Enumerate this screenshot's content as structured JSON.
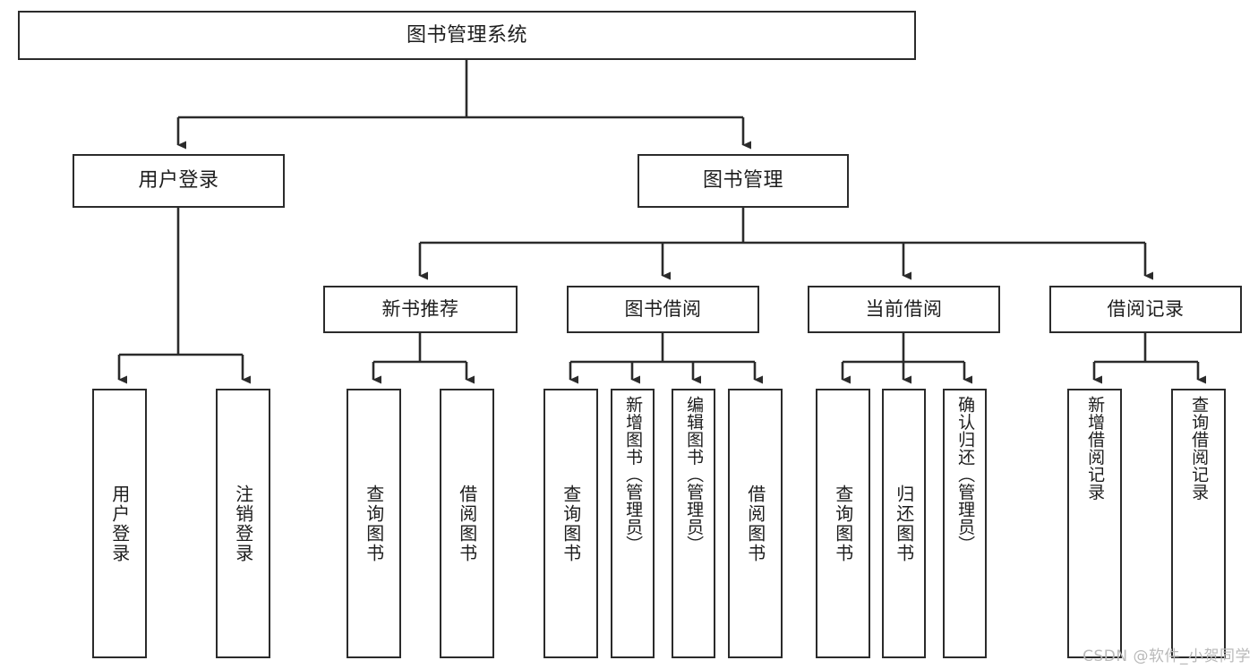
{
  "diagram": {
    "title": "图书管理系统",
    "type": "tree",
    "watermark": "CSDN @软件_小贺同学",
    "colors": {
      "background": "#ffffff",
      "border": "#2b2b2b",
      "text": "#1d1d1d",
      "connector": "#2b2b2b",
      "watermark": "#b9b9b9"
    },
    "root": {
      "label": "图书管理系统"
    },
    "level2": [
      {
        "label": "用户登录"
      },
      {
        "label": "图书管理"
      }
    ],
    "level3": [
      {
        "label": "新书推荐"
      },
      {
        "label": "图书借阅"
      },
      {
        "label": "当前借阅"
      },
      {
        "label": "借阅记录"
      }
    ],
    "leaves": {
      "user_login": [
        {
          "label": "用户登录"
        },
        {
          "label": "注销登录"
        }
      ],
      "new_book_recommend": [
        {
          "label": "查询图书"
        },
        {
          "label": "借阅图书"
        }
      ],
      "book_borrow": [
        {
          "label": "查询图书"
        },
        {
          "label": "新增图书（管理员）"
        },
        {
          "label": "编辑图书（管理员）"
        },
        {
          "label": "借阅图书"
        }
      ],
      "current_borrow": [
        {
          "label": "查询图书"
        },
        {
          "label": "归还图书"
        },
        {
          "label": "确认归还（管理员）"
        }
      ],
      "borrow_record": [
        {
          "label": "新增借阅记录"
        },
        {
          "label": "查询借阅记录"
        }
      ]
    }
  }
}
